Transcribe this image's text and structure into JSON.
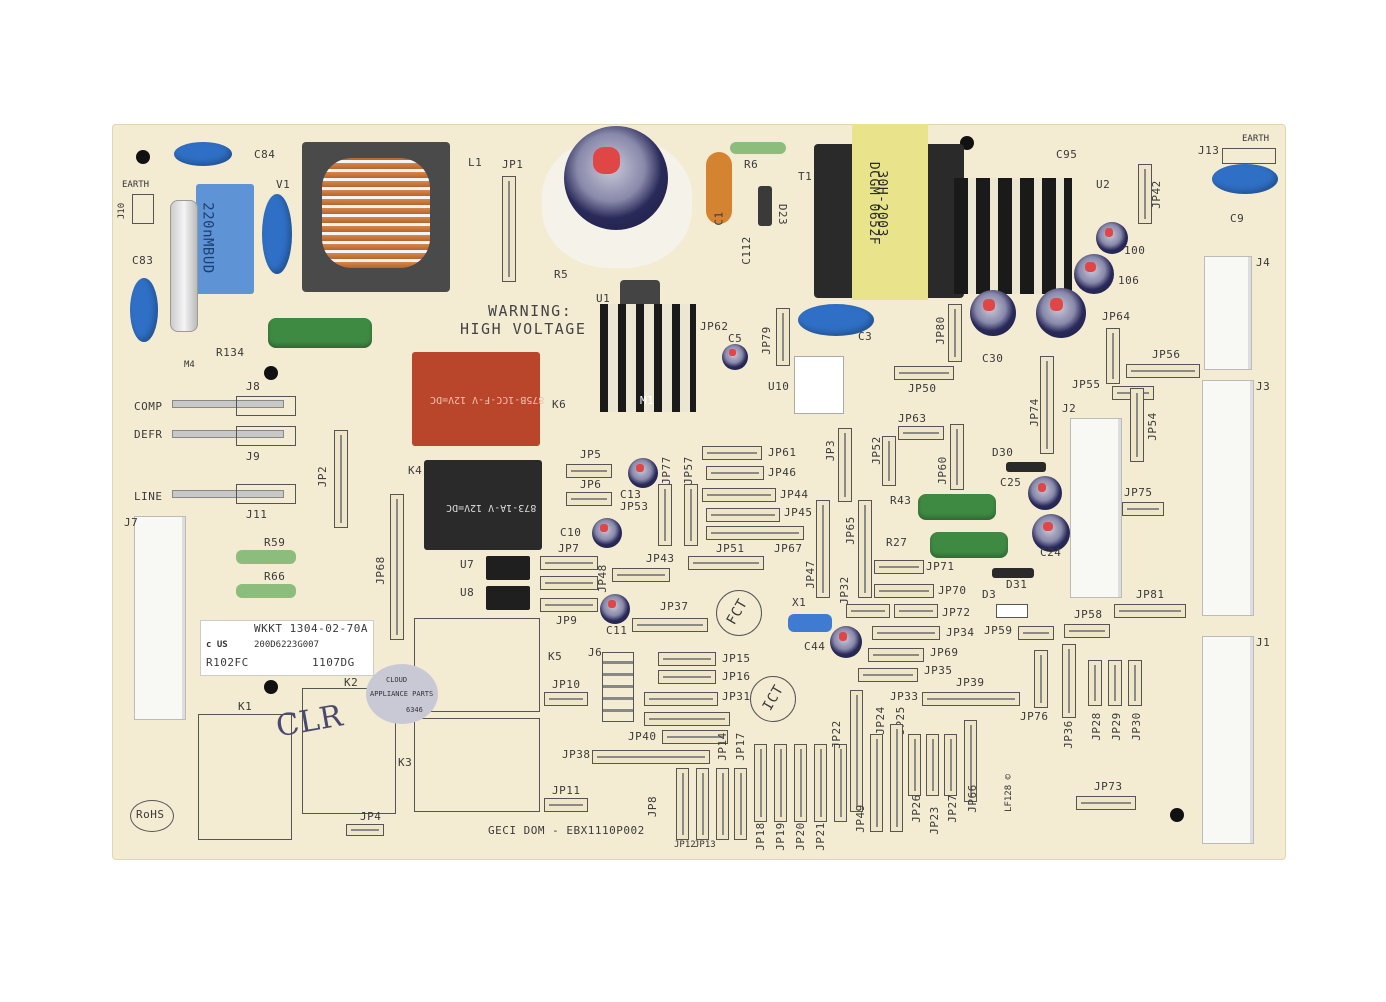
{
  "board_labels": {
    "warning_line1": "WARNING:",
    "warning_line2": "HIGH VOLTAGE",
    "earth_left": "EARTH",
    "earth_right": "EARTH",
    "comp": "COMP",
    "defr": "DEFR",
    "line": "LINE",
    "rohs": "RoHS",
    "model_line1": "WKKT 1304-02-70A",
    "model_line2": "200D6223G007",
    "model_line3": "R102FC",
    "model_line4": "1107DG",
    "ul_mark": "c  US",
    "footer": "GECI DOM - EBX1110P002",
    "handwritten": "CLR",
    "sticker_line1": "CLOUD",
    "sticker_line2": "APPLIANCE PARTS",
    "sticker_line3": "6346",
    "fct": "FCT",
    "ict": "ICT",
    "cap_220": "220nMBUD",
    "transformer_line1": "30H-2003",
    "transformer_line2": "DCGM 0652F",
    "relay_k6_text": "875B-1CC-F-V 12V=DC",
    "relay_k4_text": "873-1A-V 12V=DC",
    "date_code": "LF128 ©"
  },
  "component_refs": {
    "c84": "C84",
    "j10": "J10",
    "c83": "C83",
    "v1": "V1",
    "l1": "L1",
    "m4": "M4",
    "r134": "R134",
    "j8": "J8",
    "j9": "J9",
    "j11": "J11",
    "j7": "J7",
    "r59": "R59",
    "r66": "R66",
    "k1": "K1",
    "k2": "K2",
    "k3": "K3",
    "k4": "K4",
    "k5": "K5",
    "k6": "K6",
    "jp1": "JP1",
    "jp2": "JP2",
    "jp4": "JP4",
    "jp68": "JP68",
    "u1": "U1",
    "m1": "M1",
    "r5": "R5",
    "c1": "C1",
    "c112": "C112",
    "d23": "D23",
    "r6": "R6",
    "t1": "T1",
    "c95": "C95",
    "u2": "U2",
    "j13": "J13",
    "c9": "C9",
    "jp42": "JP42",
    "c3": "C3",
    "jp62": "JP62",
    "c5": "C5",
    "jp79": "JP79",
    "u10": "U10",
    "jp80": "JP80",
    "c30": "C30",
    "jp64": "JP64",
    "jp50": "JP50",
    "jp56": "JP56",
    "jp55": "JP55",
    "j4": "J4",
    "j3": "J3",
    "j2": "J2",
    "jp74": "JP74",
    "jp54": "JP54",
    "jp63": "JP63",
    "jp5": "JP5",
    "jp6": "JP6",
    "c13": "C13",
    "jp77": "JP77",
    "jp57": "JP57",
    "jp61": "JP61",
    "jp46": "JP46",
    "jp44": "JP44",
    "jp45": "JP45",
    "jp3": "JP3",
    "jp52": "JP52",
    "jp60": "JP60",
    "d30": "D30",
    "c25": "C25",
    "r43": "R43",
    "jp53": "JP53",
    "c10": "C10",
    "jp7": "JP7",
    "jp43": "JP43",
    "jp51": "JP51",
    "jp67": "JP67",
    "jp65": "JP65",
    "r27": "R27",
    "c24": "C24",
    "jp75": "JP75",
    "u7": "U7",
    "u8": "U8",
    "jp48": "JP48",
    "jp47": "JP47",
    "jp71": "JP71",
    "d31": "D31",
    "jp9": "JP9",
    "c11": "C11",
    "jp37": "JP37",
    "x1": "X1",
    "jp32": "JP32",
    "jp70": "JP70",
    "d3": "D3",
    "jp72": "JP72",
    "jp58": "JP58",
    "jp81": "JP81",
    "jp34": "JP34",
    "c44": "C44",
    "jp59": "JP59",
    "j1": "J1",
    "j6": "J6",
    "jp15": "JP15",
    "jp16": "JP16",
    "jp69": "JP69",
    "jp35": "JP35",
    "jp10": "JP10",
    "jp31": "JP31",
    "jp33": "JP33",
    "jp39": "JP39",
    "jp76": "JP76",
    "jp36": "JP36",
    "jp28": "JP28",
    "jp29": "JP29",
    "jp30": "JP30",
    "jp40": "JP40",
    "jp14": "JP14",
    "jp17": "JP17",
    "jp22": "JP22",
    "jp24": "JP24",
    "jp25": "JP25",
    "jp38": "JP38",
    "jp11": "JP11",
    "jp8": "JP8",
    "jp18": "JP18",
    "jp19": "JP19",
    "jp20": "JP20",
    "jp21": "JP21",
    "jp49": "JP49",
    "jp26": "JP26",
    "jp23": "JP23",
    "jp27": "JP27",
    "jp66": "JP66",
    "jp73": "JP73",
    "jp12": "JP12",
    "jp13": "JP13",
    "r100": "100",
    "r106": "106"
  }
}
